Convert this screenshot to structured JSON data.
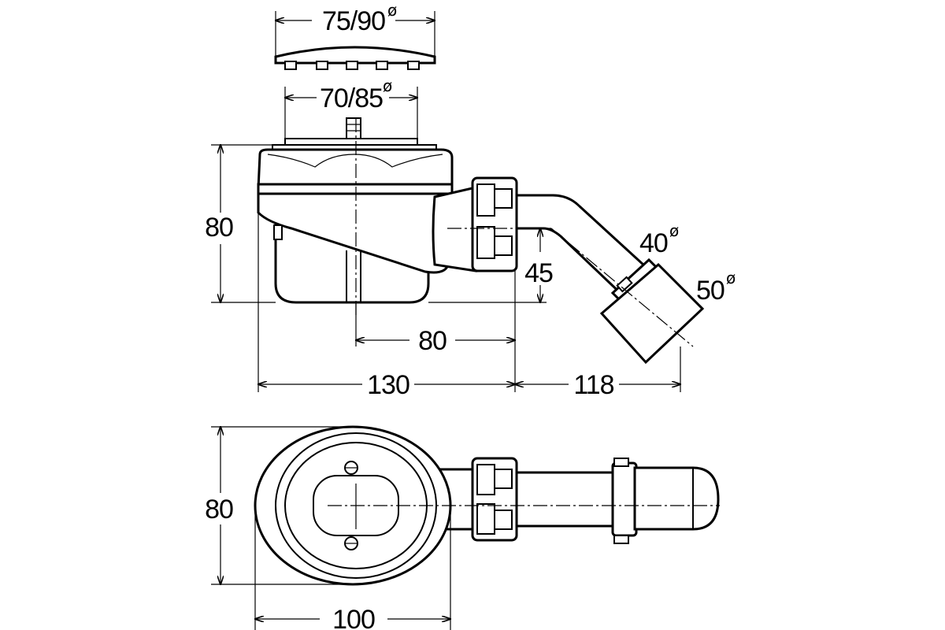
{
  "dimensions": {
    "grate_outer_diameter": "75/90",
    "grate_inner_diameter": "70/85",
    "side_height": "80",
    "outlet_height": "45",
    "outlet_offset": "80",
    "body_length": "130",
    "pipe_length": "118",
    "pipe_diameter_inner": "40",
    "pipe_diameter_outer": "50",
    "top_height": "80",
    "top_width": "100"
  },
  "symbols": {
    "diameter": "ø"
  }
}
